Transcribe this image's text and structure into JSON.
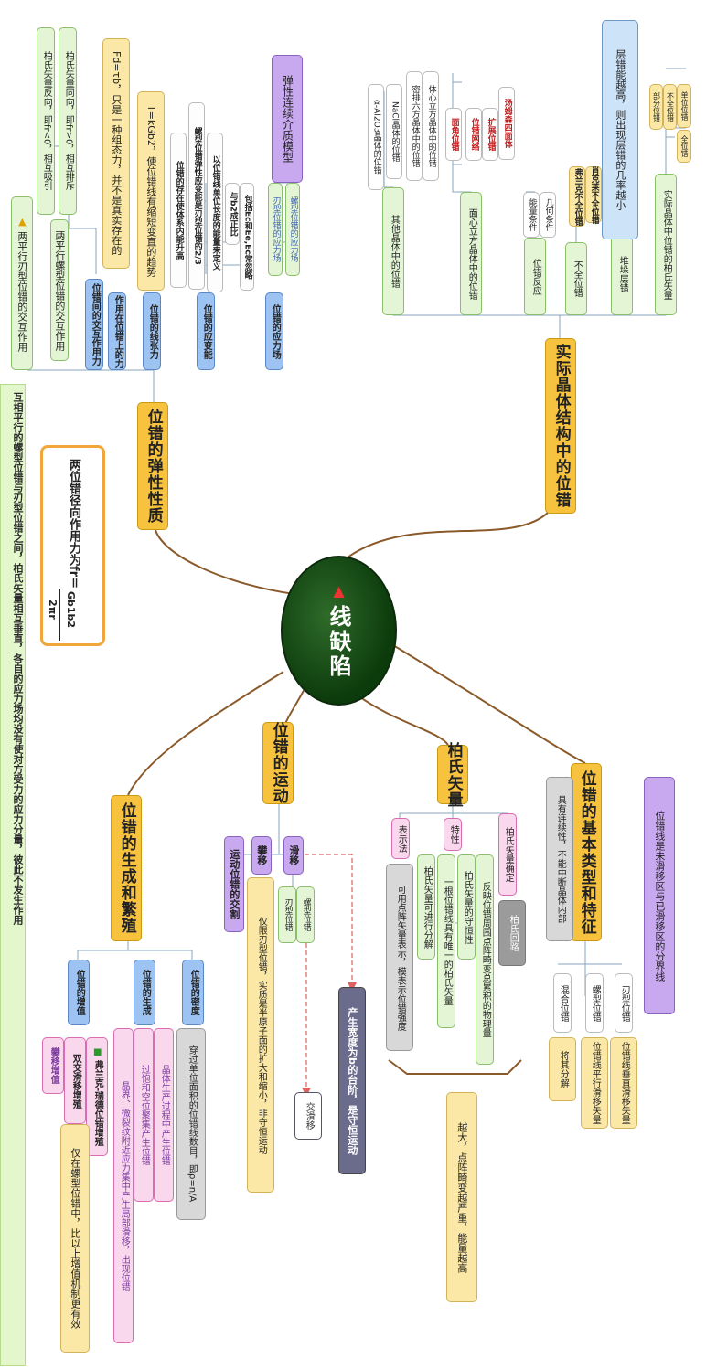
{
  "central": {
    "title": "线缺陷"
  },
  "branches": {
    "elastic": "位错的弹性性质",
    "real": "实际晶体结构中的位错",
    "motion": "位错的运动",
    "burgers": "柏氏矢量",
    "types": "位错的基本类型和特征",
    "gen": "位错的生成和繁殖"
  },
  "real": {
    "nodes": [
      "实际晶体中位错的柏氏矢量",
      "堆垛层错",
      "不全位错",
      "位错反应",
      "面心立方晶体中的位错",
      "其他晶体中的位错"
    ],
    "burgers_types": [
      "单位位错",
      "全位错",
      "不全位错",
      "部分位错"
    ],
    "stack_note": "层错能越高，则出现层错的几率越小",
    "partials": [
      "肖克莱不全位错",
      "弗兰克不全位错"
    ],
    "conditions": [
      "几何条件",
      "能量条件"
    ],
    "fcc": [
      "汤姆森四面体",
      "扩展位错",
      "位错网络",
      "面角位错"
    ],
    "other": [
      "体心立方晶体中的位错",
      "密排六方晶体中的位错",
      "NaCl晶体的位错",
      "α-Al2O3晶体的位错"
    ]
  },
  "elastic": {
    "continuum": "弹性连续介质模型",
    "stress": "位错的应力场",
    "stress_items": [
      "螺型位错的应力场",
      "刃型位错的应力场"
    ],
    "strain_energy": "位错的应变能",
    "energy_items": [
      "包括Ec和Ee,Ec常忽略",
      "与b2成正比",
      "以位错线单位长度的能量来定义",
      "螺型位错弹性应变能是刃型位错的2/3",
      "位错的存在使体系内能升高"
    ],
    "tension": "位错的线张力",
    "tension_item": "T=kGb2，使位错线有缩短变直的趋势",
    "force": "作用在位错上的力",
    "force_item": "Fd=τb，只是一种组态力，并不是真实存在的",
    "interaction": "位错间的交互作用力",
    "parallel_screw": "两平行螺型位错的交互作用",
    "screw_items": [
      "柏氏矢量同向，即fr>0，相互排斥",
      "柏氏矢量反向，即fr<0，相互吸引"
    ],
    "parallel_edge": "两平行刃型位错的交互作用",
    "formula_label": "两位错径向作用力为fr＝",
    "formula_num": "Gb1b2",
    "formula_den": "2πr",
    "banner": "互相平行的螺型位错与刃型位错之间，柏氏矢量相互垂直，各自的应力场均没有使对方受力的应力分量，彼此不发生作用"
  },
  "types": {
    "boundary": "位错线是未滑移区与已滑移区的分界线",
    "continuity": "具有连续性，不能中断晶体内部",
    "kinds": [
      "刃型位错",
      "螺型位错",
      "混合位错"
    ],
    "kind_notes": [
      "位错线垂直滑移矢量",
      "位错线平行滑移矢量",
      "将其分解"
    ]
  },
  "burgers": {
    "determine": "柏氏矢量确定",
    "circuit": "柏氏回路",
    "property": "特性",
    "notation": "表示法",
    "properties": [
      "反映位错周围点阵畸变总累积的物理量",
      "柏氏矢量的守恒性",
      "一根位错线具有唯一的柏氏矢量",
      "柏氏矢量可进行分解"
    ],
    "notation_item": "可用点阵矢量表示，模表示位错强度",
    "big": "越大，点阵畸变越严重，能量越高"
  },
  "motion": {
    "glide": "滑移",
    "climb": "攀移",
    "cross": "运动位错的交割",
    "glide_types": [
      "螺型位错",
      "刃型位错"
    ],
    "climb_note": "仅限刃型位错，实质是半原子面的扩大和缩小，非守恒运动",
    "cross_slip": "交滑移",
    "steps": "产生宽度为b的台阶，是守恒运动"
  },
  "gen": {
    "density": "位错的密度",
    "density_note": "穿过单位面积的位错线数目，即ρ=n/A",
    "origin": "位错的生成",
    "origin_items": [
      "晶体生产过程中产生位错",
      "过饱和空位聚集产生位错",
      "晶界、微裂纹附近应力集中产生局部滑移，出现位错"
    ],
    "multiplication": "位错的增值",
    "mult_items": [
      "弗兰克-瑞德位错增殖",
      "双交滑移增殖",
      "攀移增值"
    ],
    "mult_note": "仅在螺型位错中，比以上增值机制更有效"
  }
}
